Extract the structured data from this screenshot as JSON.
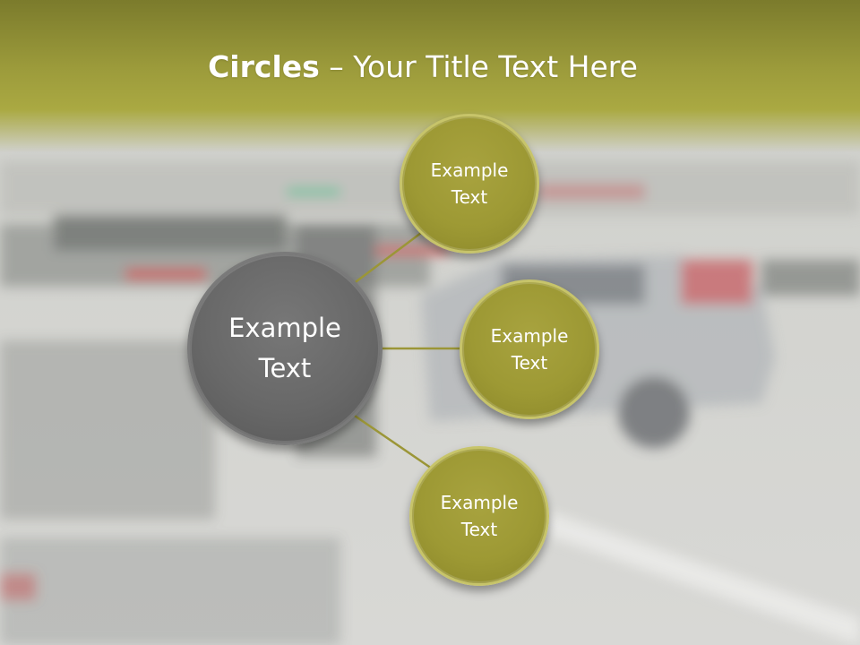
{
  "slide": {
    "title_bold": "Circles",
    "title_rest": " – Your Title Text Here"
  },
  "diagram": {
    "hub": {
      "line1": "Example",
      "line2": "Text"
    },
    "satellites": [
      {
        "line1": "Example",
        "line2": "Text"
      },
      {
        "line1": "Example",
        "line2": "Text"
      },
      {
        "line1": "Example",
        "line2": "Text"
      }
    ]
  },
  "colors": {
    "header": "#9c9b3b",
    "hub_fill": "#686868",
    "satellite_fill": "#9d9934",
    "connector": "#9b9637"
  }
}
